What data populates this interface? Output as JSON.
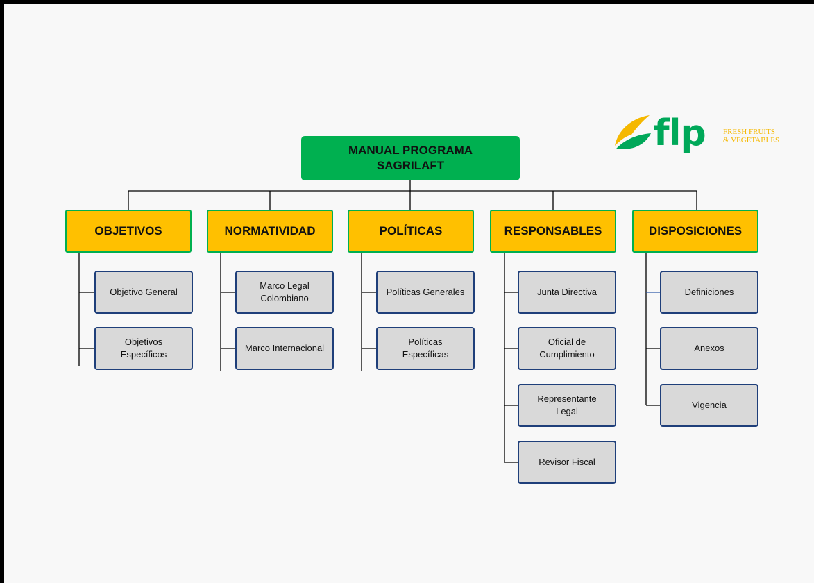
{
  "logo": {
    "text": "flp",
    "tagline": "FRESH FRUITS\n& VEGETABLES",
    "colors": {
      "leaf_yellow": "#f5b800",
      "leaf_green": "#00a859"
    }
  },
  "root": {
    "label": "MANUAL PROGRAMA SAGRILAFT",
    "color": "#00b050"
  },
  "categories": [
    {
      "label": "OBJETIVOS",
      "items": [
        "Objetivo General",
        "Objetivos Específicos"
      ]
    },
    {
      "label": "NORMATIVIDAD",
      "items": [
        "Marco Legal Colombiano",
        "Marco Internacional"
      ]
    },
    {
      "label": "POLÍTICAS",
      "items": [
        "Políticas Generales",
        "Políticas Específicas"
      ]
    },
    {
      "label": "RESPONSABLES",
      "items": [
        "Junta Directiva",
        "Oficial de Cumplimiento",
        "Representante Legal",
        "Revisor Fiscal"
      ]
    },
    {
      "label": "DISPOSICIONES",
      "items": [
        "Definiciones",
        "Anexos",
        "Vigencia"
      ]
    }
  ],
  "colors": {
    "category_fill": "#ffc000",
    "category_border": "#00b050",
    "item_fill": "#d9d9d9",
    "item_border": "#1f3f7a"
  }
}
